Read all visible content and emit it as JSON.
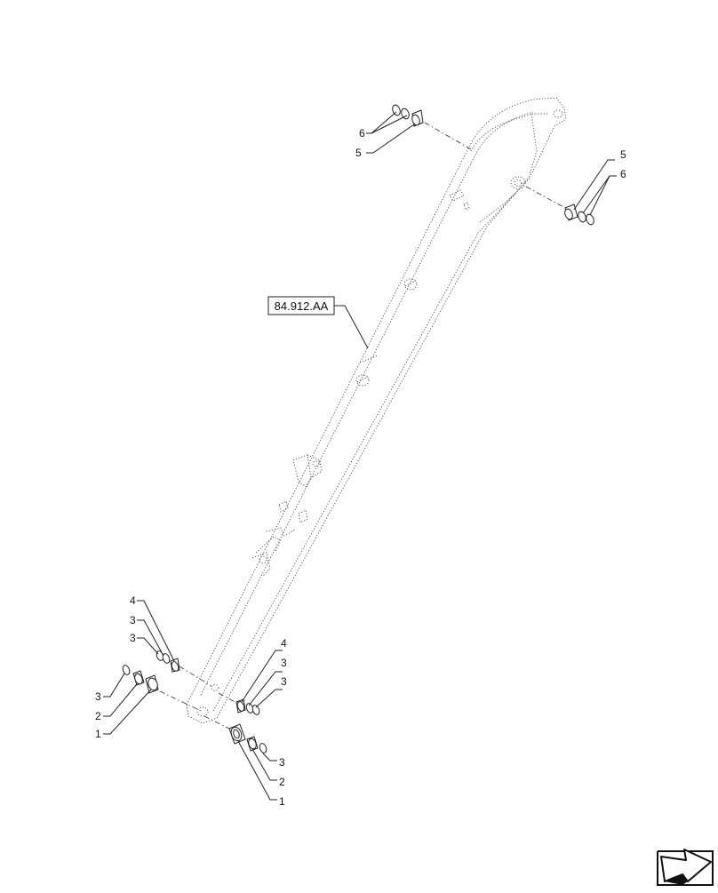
{
  "diagram": {
    "reference_label": "84.912.AA",
    "callouts": {
      "top_left_6": "6",
      "top_left_5": "5",
      "top_right_5": "5",
      "top_right_6": "6",
      "left_4": "4",
      "left_3a": "3",
      "left_3b": "3",
      "left_3c": "3",
      "left_2": "2",
      "left_1": "1",
      "mid_4": "4",
      "mid_3a": "3",
      "mid_3b": "3",
      "bottom_3": "3",
      "bottom_2": "2",
      "bottom_1": "1"
    },
    "nav_icon": "next-page-arrow-icon"
  }
}
